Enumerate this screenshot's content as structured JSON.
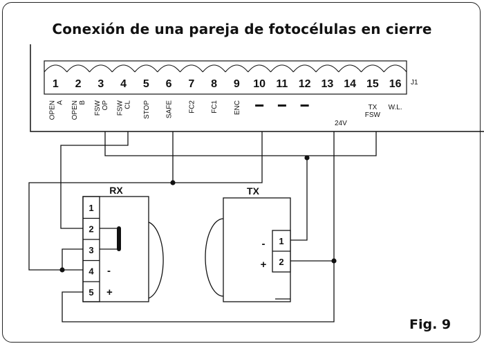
{
  "title": "Conexión de una pareja de fotocélulas en cierre",
  "figure_label": "Fig. 9",
  "connector": {
    "id": "J1",
    "terminals": [
      {
        "num": "1",
        "label": [
          "OPEN",
          "A"
        ]
      },
      {
        "num": "2",
        "label": [
          "OPEN",
          "B"
        ]
      },
      {
        "num": "3",
        "label": [
          "FSW",
          "OP"
        ]
      },
      {
        "num": "4",
        "label": [
          "FSW",
          "CL"
        ]
      },
      {
        "num": "5",
        "label": [
          "STOP"
        ]
      },
      {
        "num": "6",
        "label": [
          "SAFE"
        ]
      },
      {
        "num": "7",
        "label": [
          "FC2"
        ]
      },
      {
        "num": "8",
        "label": [
          "FC1"
        ]
      },
      {
        "num": "9",
        "label": [
          "ENC"
        ]
      },
      {
        "num": "10",
        "sign": "-"
      },
      {
        "num": "11",
        "sign": "-"
      },
      {
        "num": "12",
        "sign": "-"
      },
      {
        "num": "13",
        "sign": "+"
      },
      {
        "num": "14",
        "sign": "+"
      },
      {
        "num": "15",
        "label": [
          "TX",
          "FSW"
        ]
      },
      {
        "num": "16",
        "label": [
          "W.L."
        ]
      }
    ],
    "supply_label": "24V"
  },
  "rx": {
    "name": "RX",
    "pins": [
      "1",
      "2",
      "3",
      "4",
      "5"
    ],
    "polarity": {
      "4": "-",
      "5": "+"
    }
  },
  "tx": {
    "name": "TX",
    "pins": [
      "1",
      "2"
    ],
    "polarity": {
      "1": "-",
      "2": "+"
    }
  }
}
